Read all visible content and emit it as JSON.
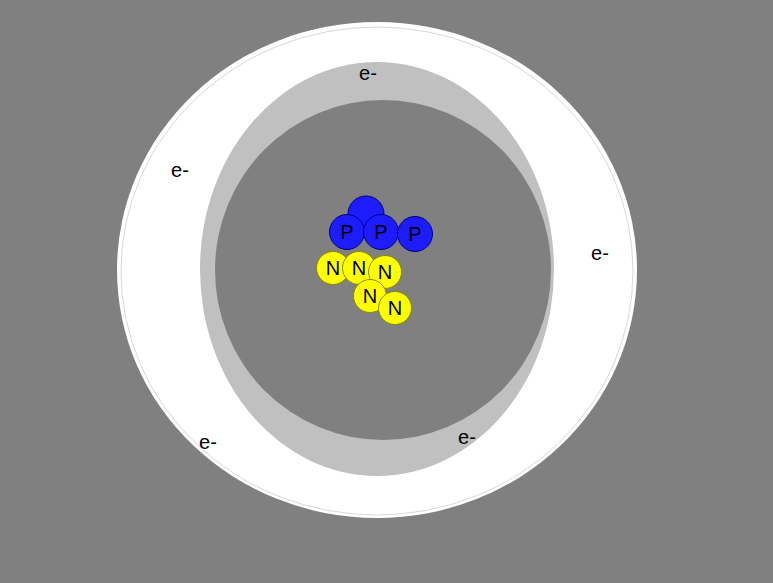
{
  "diagram": {
    "nodes": [
      {
        "text": [
          "P"
        ]
      },
      {
        "text": [
          "P"
        ]
      },
      {
        "text": [
          "P"
        ]
      },
      {
        "text": [
          "N"
        ]
      },
      {
        "text": [
          "N"
        ]
      },
      {
        "text": [
          "N"
        ]
      },
      {
        "text": [
          "N"
        ]
      },
      {
        "text": [
          "N"
        ]
      }
    ],
    "labels": [
      "e-",
      "e-",
      "e-",
      "e-",
      "e-"
    ]
  }
}
